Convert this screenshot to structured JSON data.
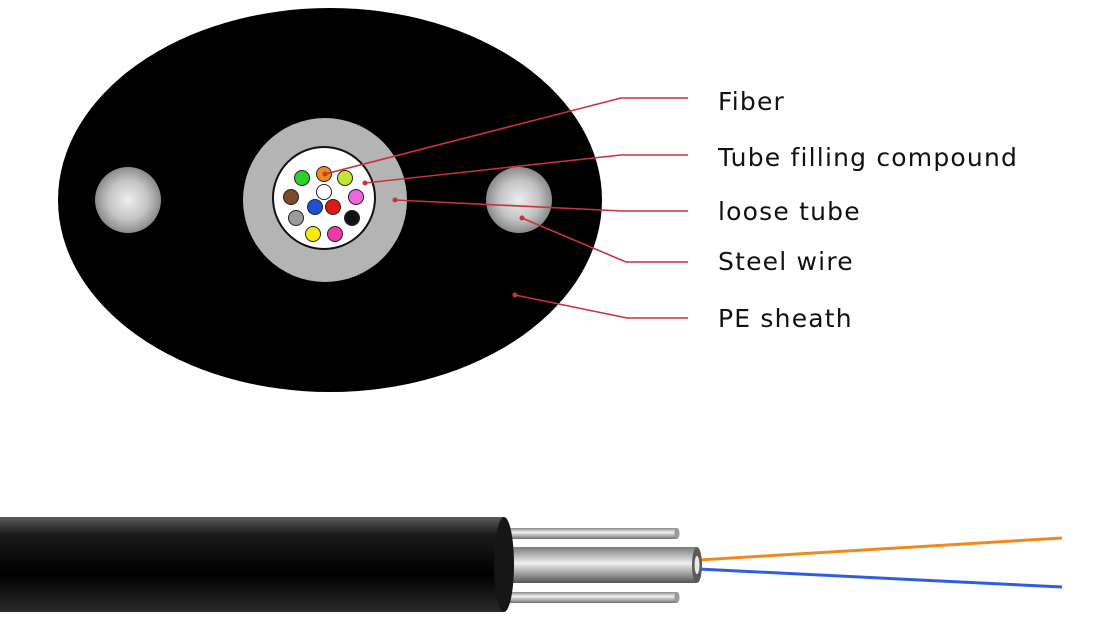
{
  "labels": {
    "fiber": "Fiber",
    "filling": "Tube filling compound",
    "loose_tube": "loose tube",
    "steel_wire": "Steel wire",
    "pe_sheath": "PE sheath"
  },
  "colors": {
    "leader_line": "#c8323a",
    "sheath": "#000000",
    "loose_tube": "#b4b4b4",
    "steel_wire": "#c0c0c0",
    "fiber_orange": "#f08a1c",
    "fiber_blue": "#2f5fe0"
  },
  "fiber_colors": [
    "#f08a1c",
    "#2bd12b",
    "#c5e43a",
    "#7a4a2a",
    "#ffffff",
    "#ee66dd",
    "#9a9a9a",
    "#1f4fd6",
    "#e01818",
    "#111111",
    "#f2ea10",
    "#ee3aa8"
  ]
}
